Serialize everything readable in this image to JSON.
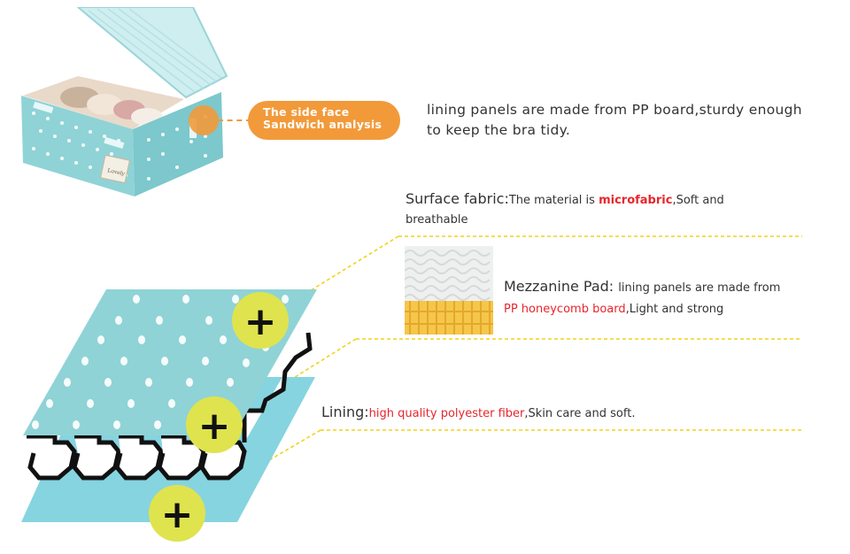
{
  "tag": {
    "line1": "The side face",
    "line2": "Sandwich analysis"
  },
  "intro": {
    "line1": "lining panels are made from PP board,sturdy enough",
    "line2": "to keep the bra tidy."
  },
  "surface": {
    "label": "Surface fabric:",
    "pre": "The material is ",
    "highlight": "microfabric",
    "post": ",Soft and",
    "line2": "breathable"
  },
  "mezzanine": {
    "label": "Mezzanine Pad: ",
    "pre": "lining panels are made from",
    "highlight": "PP honeycomb board",
    "post": ",Light and strong"
  },
  "lining": {
    "label": "Lining:",
    "highlight": "high quality polyester fiber",
    "post": ",Skin care and soft."
  },
  "product": {
    "badge_text": "Lovely"
  },
  "plus_symbol": "+",
  "colors": {
    "accent_orange": "#f29a3a",
    "fabric_teal": "#8fd3d6",
    "lining_blue": "#86d4e0",
    "plus_circle": "#dfe34e",
    "leader_line": "#f2d21b",
    "highlight_red": "#e8252c"
  }
}
